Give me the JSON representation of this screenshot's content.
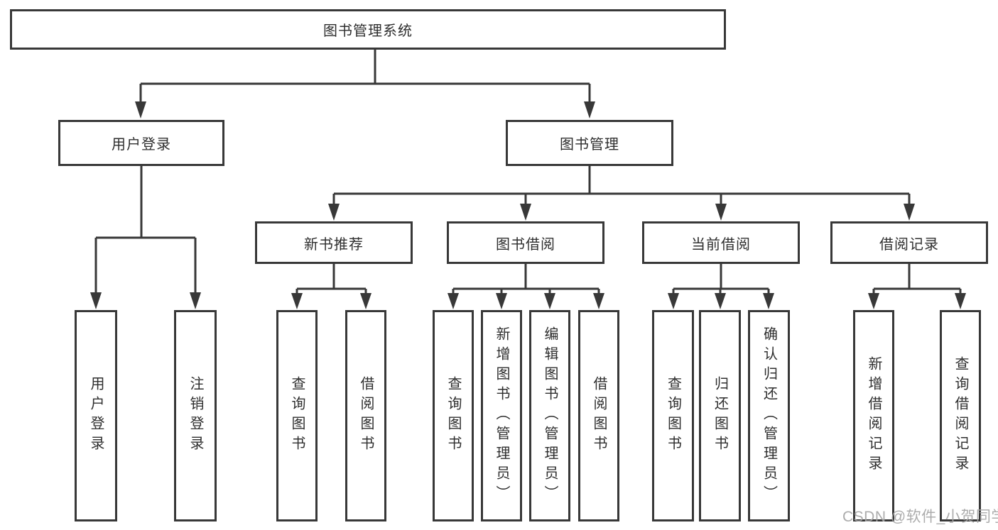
{
  "diagram": {
    "root": {
      "label": "图书管理系统"
    },
    "level2": [
      {
        "label": "用户登录",
        "children": [
          {
            "label": "用户登录"
          },
          {
            "label": "注销登录"
          }
        ]
      },
      {
        "label": "图书管理",
        "children": [
          {
            "label": "新书推荐",
            "children": [
              {
                "label": "查询图书"
              },
              {
                "label": "借阅图书"
              }
            ]
          },
          {
            "label": "图书借阅",
            "children": [
              {
                "label": "查询图书"
              },
              {
                "label": "新增图书（管理员）"
              },
              {
                "label": "编辑图书（管理员）"
              },
              {
                "label": "借阅图书"
              }
            ]
          },
          {
            "label": "当前借阅",
            "children": [
              {
                "label": "查询图书"
              },
              {
                "label": "归还图书"
              },
              {
                "label": "确认归还（管理员）"
              }
            ]
          },
          {
            "label": "借阅记录",
            "children": [
              {
                "label": "新增借阅记录"
              },
              {
                "label": "查询借阅记录"
              }
            ]
          }
        ]
      }
    ]
  },
  "watermark": {
    "text": "CSDN @软件_小贺同学"
  },
  "colors": {
    "ink": "#383838",
    "watermark": "#a5a5a5",
    "background": "#ffffff"
  }
}
